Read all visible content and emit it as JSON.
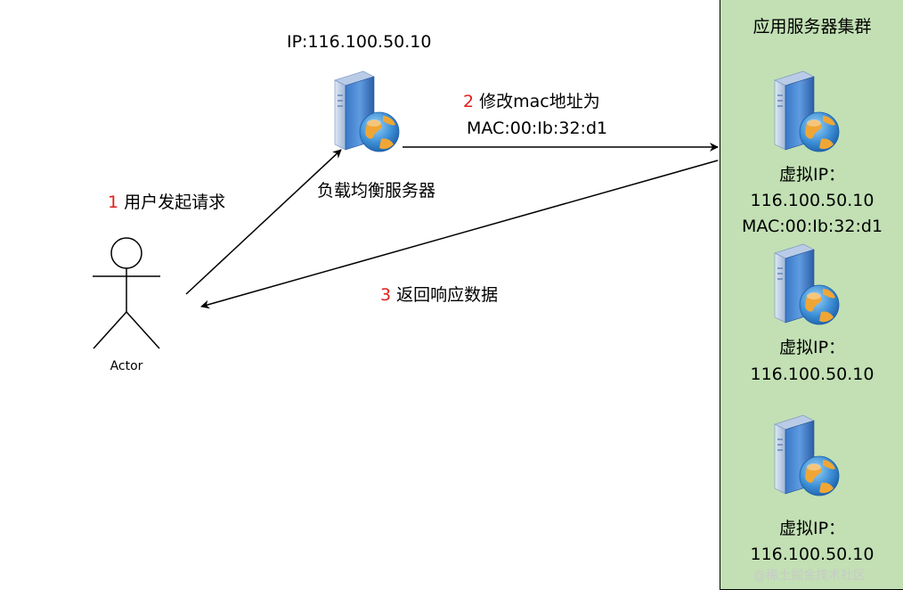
{
  "lb": {
    "ip": "IP:116.100.50.10",
    "label": "负载均衡服务器"
  },
  "steps": {
    "s1": {
      "num": "1",
      "text": "用户发起请求"
    },
    "s2": {
      "num": "2",
      "text": "修改mac地址为",
      "mac": "MAC:00:Ib:32:d1"
    },
    "s3": {
      "num": "3",
      "text": "返回响应数据"
    }
  },
  "actor": {
    "label": "Actor"
  },
  "cluster": {
    "title": "应用服务器集群",
    "servers": [
      {
        "vip_label": "虚拟IP：",
        "ip": "116.100.50.10",
        "mac": "MAC:00:Ib:32:d1"
      },
      {
        "vip_label": "虚拟IP：",
        "ip": "116.100.50.10"
      },
      {
        "vip_label": "虚拟IP：",
        "ip": "116.100.50.10"
      }
    ]
  },
  "watermark": "@稀土掘金技术社区",
  "icons": {
    "server": "server-globe-icon",
    "actor": "stick-figure-icon"
  }
}
